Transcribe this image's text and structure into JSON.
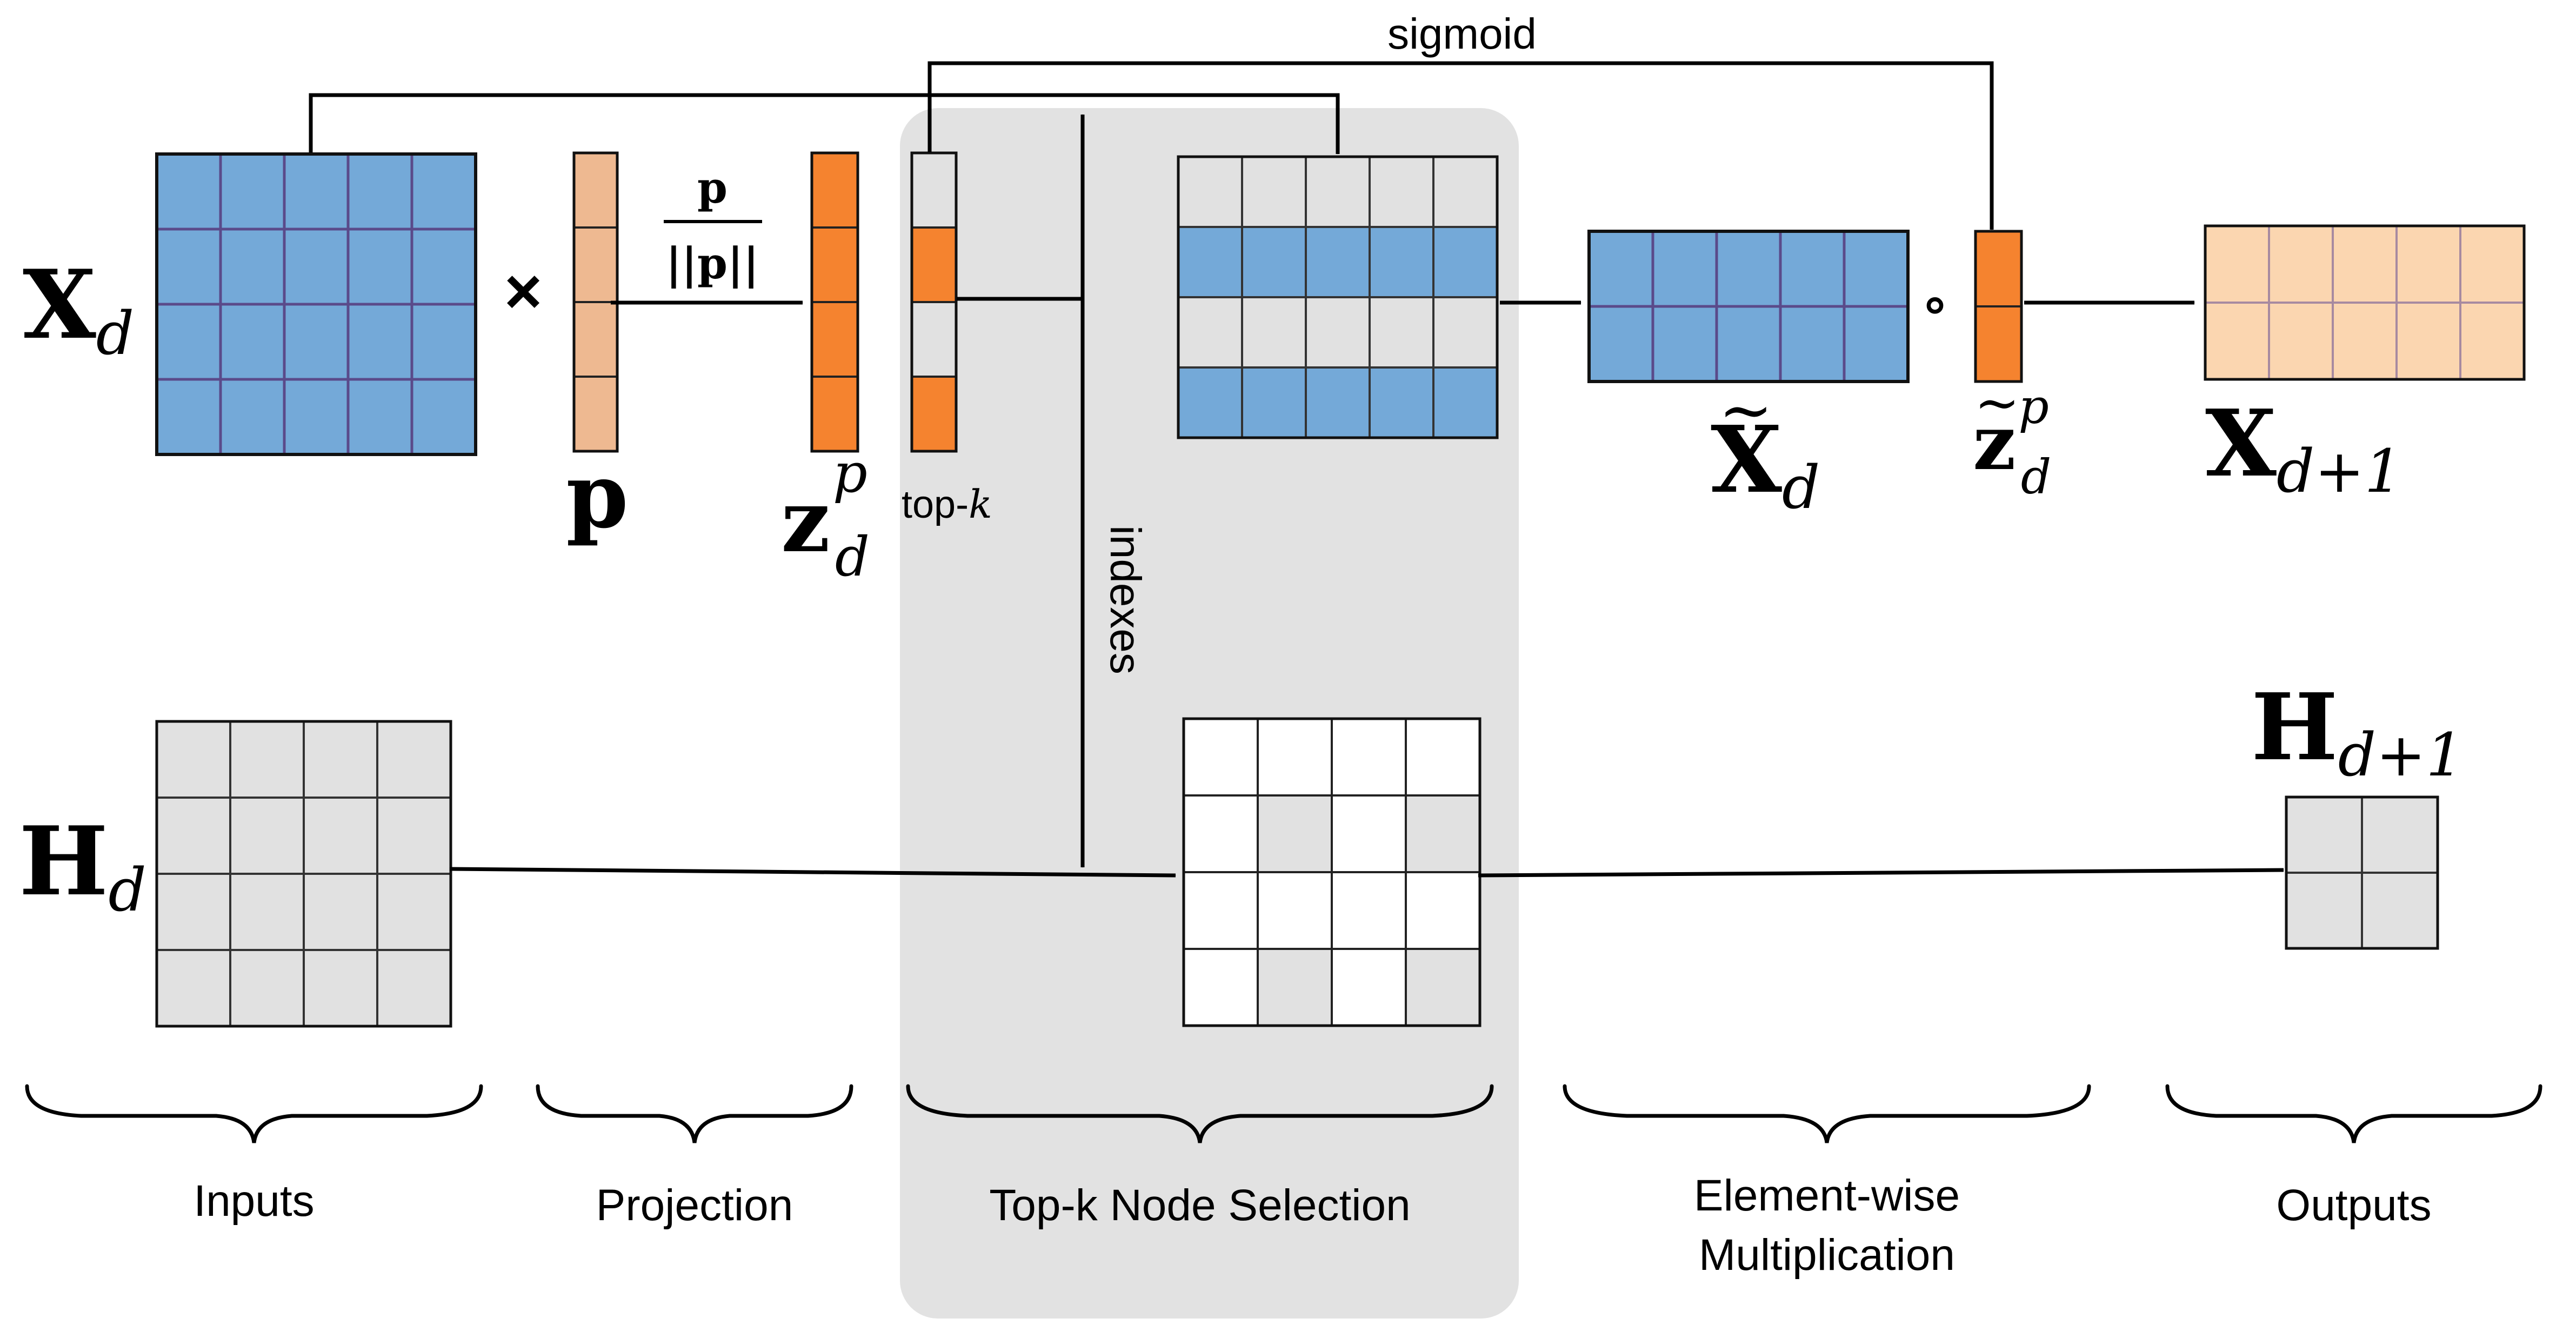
{
  "labels": {
    "sigmoid": "sigmoid",
    "indexes": "indexes",
    "times": "×",
    "circ": "∘",
    "top_k_prefix": "top-",
    "top_k_var": "k",
    "proj_num": "p",
    "proj_den": "||p||"
  },
  "symbols": {
    "X_d": {
      "base": "X",
      "sub": "d"
    },
    "p": {
      "base": "p"
    },
    "z_d_p": {
      "base": "z",
      "sub": "d",
      "sup": "p"
    },
    "X_tilde_d": {
      "base": "X",
      "sub": "d",
      "accent": "~"
    },
    "z_tilde_d_p": {
      "base": "z",
      "sub": "d",
      "sup": "p",
      "accent": "~"
    },
    "X_d_plus_1": {
      "base": "X",
      "sub": "d+1"
    },
    "H_d": {
      "base": "H",
      "sub": "d"
    },
    "H_d_plus_1": {
      "base": "H",
      "sub": "d+1"
    }
  },
  "stages": {
    "inputs": "Inputs",
    "projection": "Projection",
    "topk": "Top-k Node Selection",
    "elementwise_line1": "Element-wise",
    "elementwise_line2": "Multiplication",
    "outputs": "Outputs"
  },
  "colors": {
    "blue": "#74a9d8",
    "peach": "#eeb991",
    "orange": "#f5832f",
    "light_peach": "#fbd6b0",
    "light_gray": "#e1e1e1",
    "panel_gray": "#e2e2e2",
    "white": "#ffffff",
    "grid_line": "#5a4a8a",
    "line": "#000000"
  },
  "cell_patterns": {
    "selected_rows": [
      false,
      true,
      false,
      true
    ],
    "topk_vector": [
      false,
      true,
      false,
      true
    ],
    "h_selected": [
      [
        false,
        false,
        false,
        false
      ],
      [
        false,
        true,
        false,
        true
      ],
      [
        false,
        false,
        false,
        false
      ],
      [
        false,
        true,
        false,
        true
      ]
    ]
  }
}
